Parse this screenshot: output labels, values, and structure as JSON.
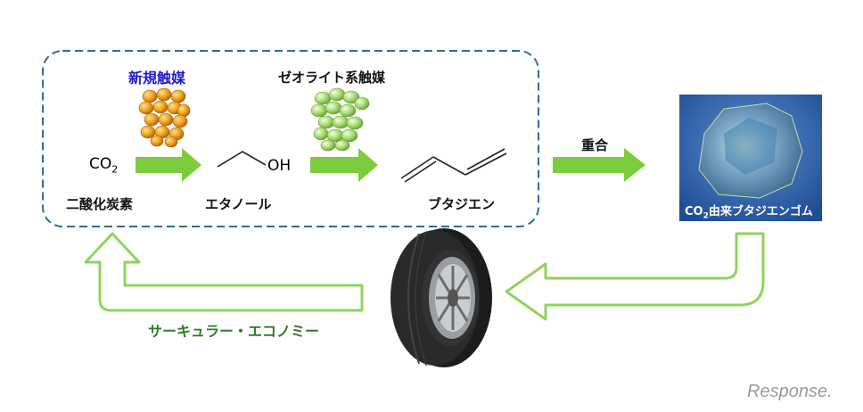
{
  "catalyst1_label": "新規触媒",
  "catalyst2_label": "ゼオライト系触媒",
  "co2": {
    "main": "CO",
    "sub": "2"
  },
  "co2_name": "二酸化炭素",
  "ethanol_oh": "OH",
  "ethanol_name": "エタノール",
  "butadiene_name": "ブタジエン",
  "polymerization_label": "重合",
  "rubber_caption": {
    "prefix": "CO",
    "sub": "2",
    "suffix": "由来ブタジエンゴム"
  },
  "cycle_label": "サーキュラー・エコノミー",
  "watermark": "Response.",
  "colors": {
    "arrow_green": "#7ccd3c",
    "outline_green": "#8fd45a",
    "dashed_border": "#2a6e9e",
    "catalyst1_bead": "#e39a1a",
    "catalyst2_bead": "#9fd66a",
    "photo_bg": "#2e5fa8"
  }
}
